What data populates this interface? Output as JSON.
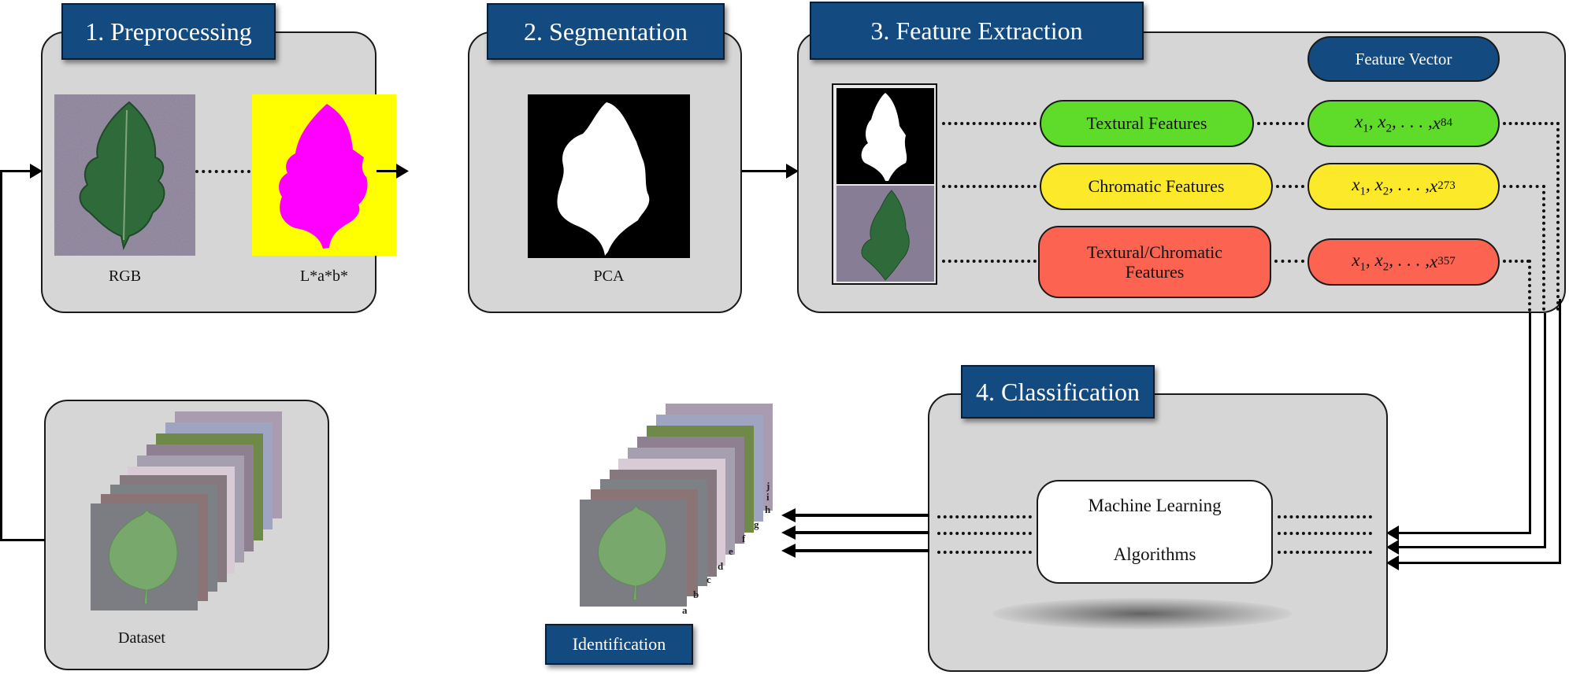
{
  "stages": {
    "preprocessing": {
      "title": "1. Preprocessing",
      "images": [
        {
          "caption": "RGB",
          "content": "green tomato leaf on purple-gray background"
        },
        {
          "caption": "L*a*b*",
          "content": "magenta leaf mask on yellow background"
        }
      ]
    },
    "segmentation": {
      "title": "2. Segmentation",
      "images": [
        {
          "caption": "PCA",
          "content": "white leaf silhouette on black background"
        }
      ]
    },
    "feature_extraction": {
      "title": "3. Feature Extraction",
      "feature_vector_header": "Feature Vector",
      "rows": [
        {
          "feature": "Textural Features",
          "var": "x",
          "last_index": "84",
          "color": "#5fdc2a"
        },
        {
          "feature": "Chromatic Features",
          "var": "x",
          "last_index": "273",
          "color": "#fbe92a"
        },
        {
          "feature": "Textural/Chromatic Features",
          "var": "x",
          "last_index": "357",
          "color": "#fc6451"
        }
      ]
    },
    "classification": {
      "title": "4. Classification",
      "algorithm_line1": "Machine Learning",
      "algorithm_line2": "Algorithms"
    }
  },
  "dataset": {
    "caption": "Dataset"
  },
  "identification": {
    "label": "Identification",
    "class_letters": [
      "a",
      "b",
      "c",
      "d",
      "e",
      "f",
      "g",
      "h",
      "i",
      "j"
    ]
  },
  "colors": {
    "title_bg": "#134a80",
    "panel_bg": "#d6d6d6",
    "textural": "#5fdc2a",
    "chromatic": "#fbe92a",
    "combined": "#fc6451"
  }
}
